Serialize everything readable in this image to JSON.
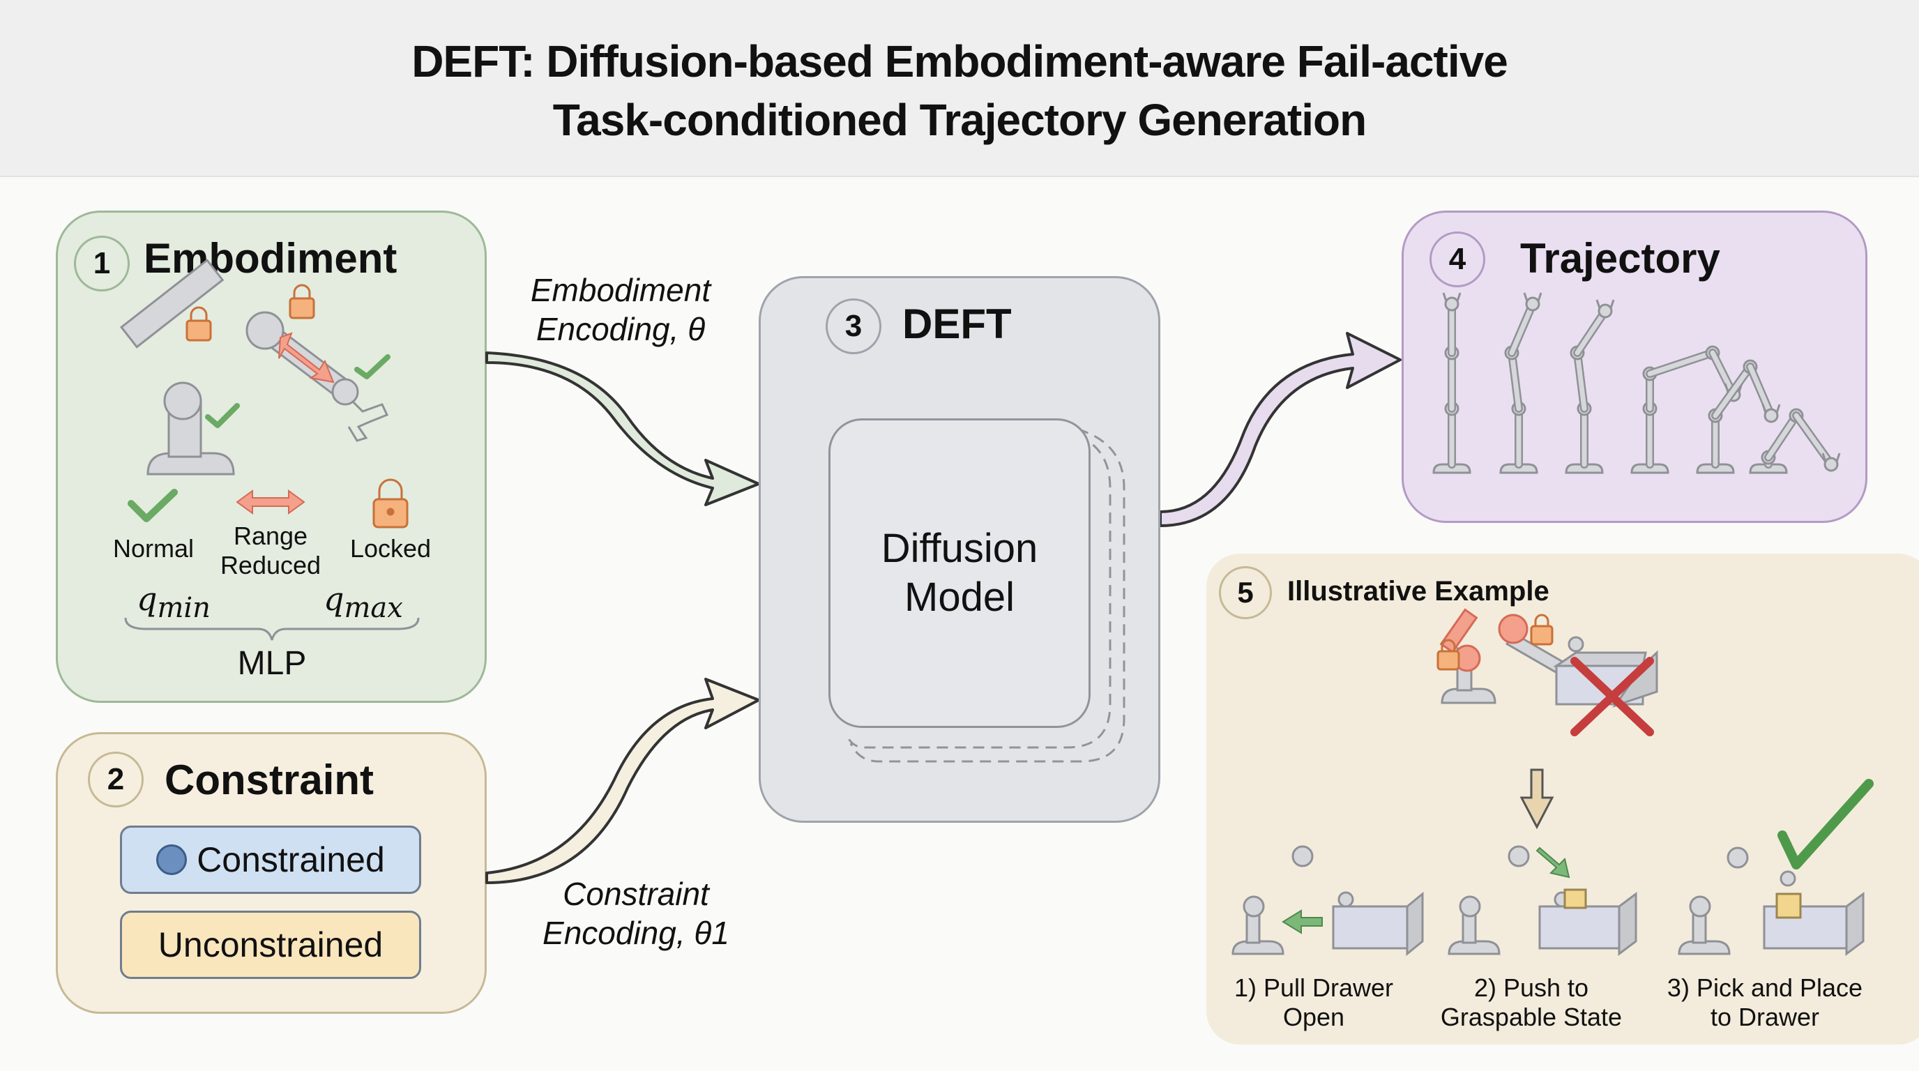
{
  "title": {
    "line1": "DEFT: Diffusion-based Embodiment-aware Fail-active",
    "line2": "Task-conditioned Trajectory Generation"
  },
  "panels": {
    "embodiment": {
      "number": "1",
      "title": "Embodiment",
      "legend": [
        {
          "icon": "checkmark",
          "label": "Normal"
        },
        {
          "icon": "double-arrow",
          "label_line1": "Range",
          "label_line2": "Reduced"
        },
        {
          "icon": "lock",
          "label": "Locked"
        }
      ],
      "q_min": "q",
      "q_min_sub": "min",
      "q_max": "q",
      "q_max_sub": "max",
      "brace_label": "MLP"
    },
    "constraint": {
      "number": "2",
      "title": "Constraint",
      "options": [
        {
          "label": "Constrained",
          "color": "#cfe0f2",
          "marker": true
        },
        {
          "label": "Unconstrained",
          "color": "#f9e6bd",
          "marker": false
        }
      ]
    },
    "deft": {
      "number": "3",
      "title": "DEFT",
      "model_line1": "Diffusion",
      "model_line2": "Model"
    },
    "trajectory": {
      "number": "4",
      "title": "Trajectory",
      "pose_count": 6
    },
    "example": {
      "number": "5",
      "title": "Illustrative Example",
      "steps": [
        {
          "line1": "1) Pull Drawer",
          "line2": "Open"
        },
        {
          "line1": "2) Push to",
          "line2": "Graspable State"
        },
        {
          "line1": "3) Pick and Place",
          "line2": "to Drawer"
        }
      ]
    }
  },
  "connectors": {
    "embodiment_label_line1": "Embodiment",
    "embodiment_label_line2": "Encoding, θ",
    "constraint_label_line1": "Constraint",
    "constraint_label_line2": "Encoding, θ1"
  },
  "colors": {
    "embodiment": "#e3ecdf",
    "constraint": "#f6efdf",
    "deft": "#e3e4e8",
    "trajectory": "#eadff0",
    "example": "#f3ecdc",
    "normal": "#6aaa64",
    "range_reduced": "#f0907a",
    "locked": "#eda064",
    "failure_x": "#d24b4b"
  }
}
